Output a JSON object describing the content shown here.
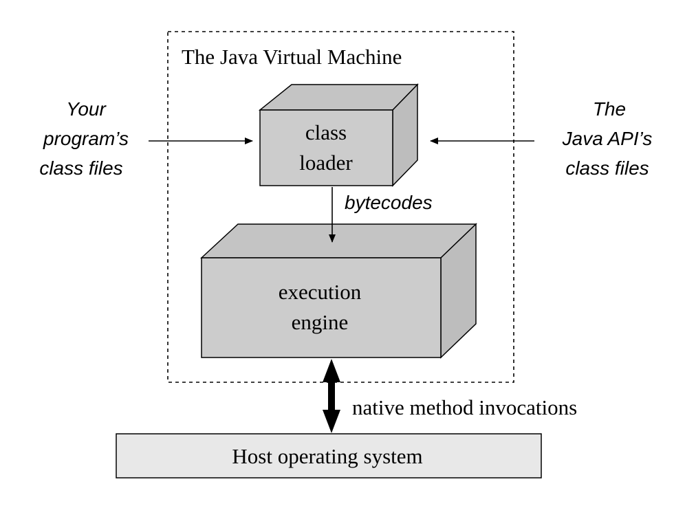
{
  "jvm": {
    "title": "The Java Virtual Machine"
  },
  "class_loader": {
    "line1": "class",
    "line2": "loader"
  },
  "execution_engine": {
    "line1": "execution",
    "line2": "engine"
  },
  "inputs": {
    "left": [
      "Your",
      "program’s",
      "class files"
    ],
    "right": [
      "The",
      "Java API’s",
      "class files"
    ]
  },
  "edges": {
    "bytecodes": "bytecodes",
    "native": "native method invocations"
  },
  "host": {
    "label": "Host operating system"
  },
  "colors": {
    "box_front": "#cccccc",
    "box_top": "#c4c4c4",
    "box_side": "#bdbdbd",
    "host_fill": "#e8e8e8",
    "stroke": "#000000"
  }
}
